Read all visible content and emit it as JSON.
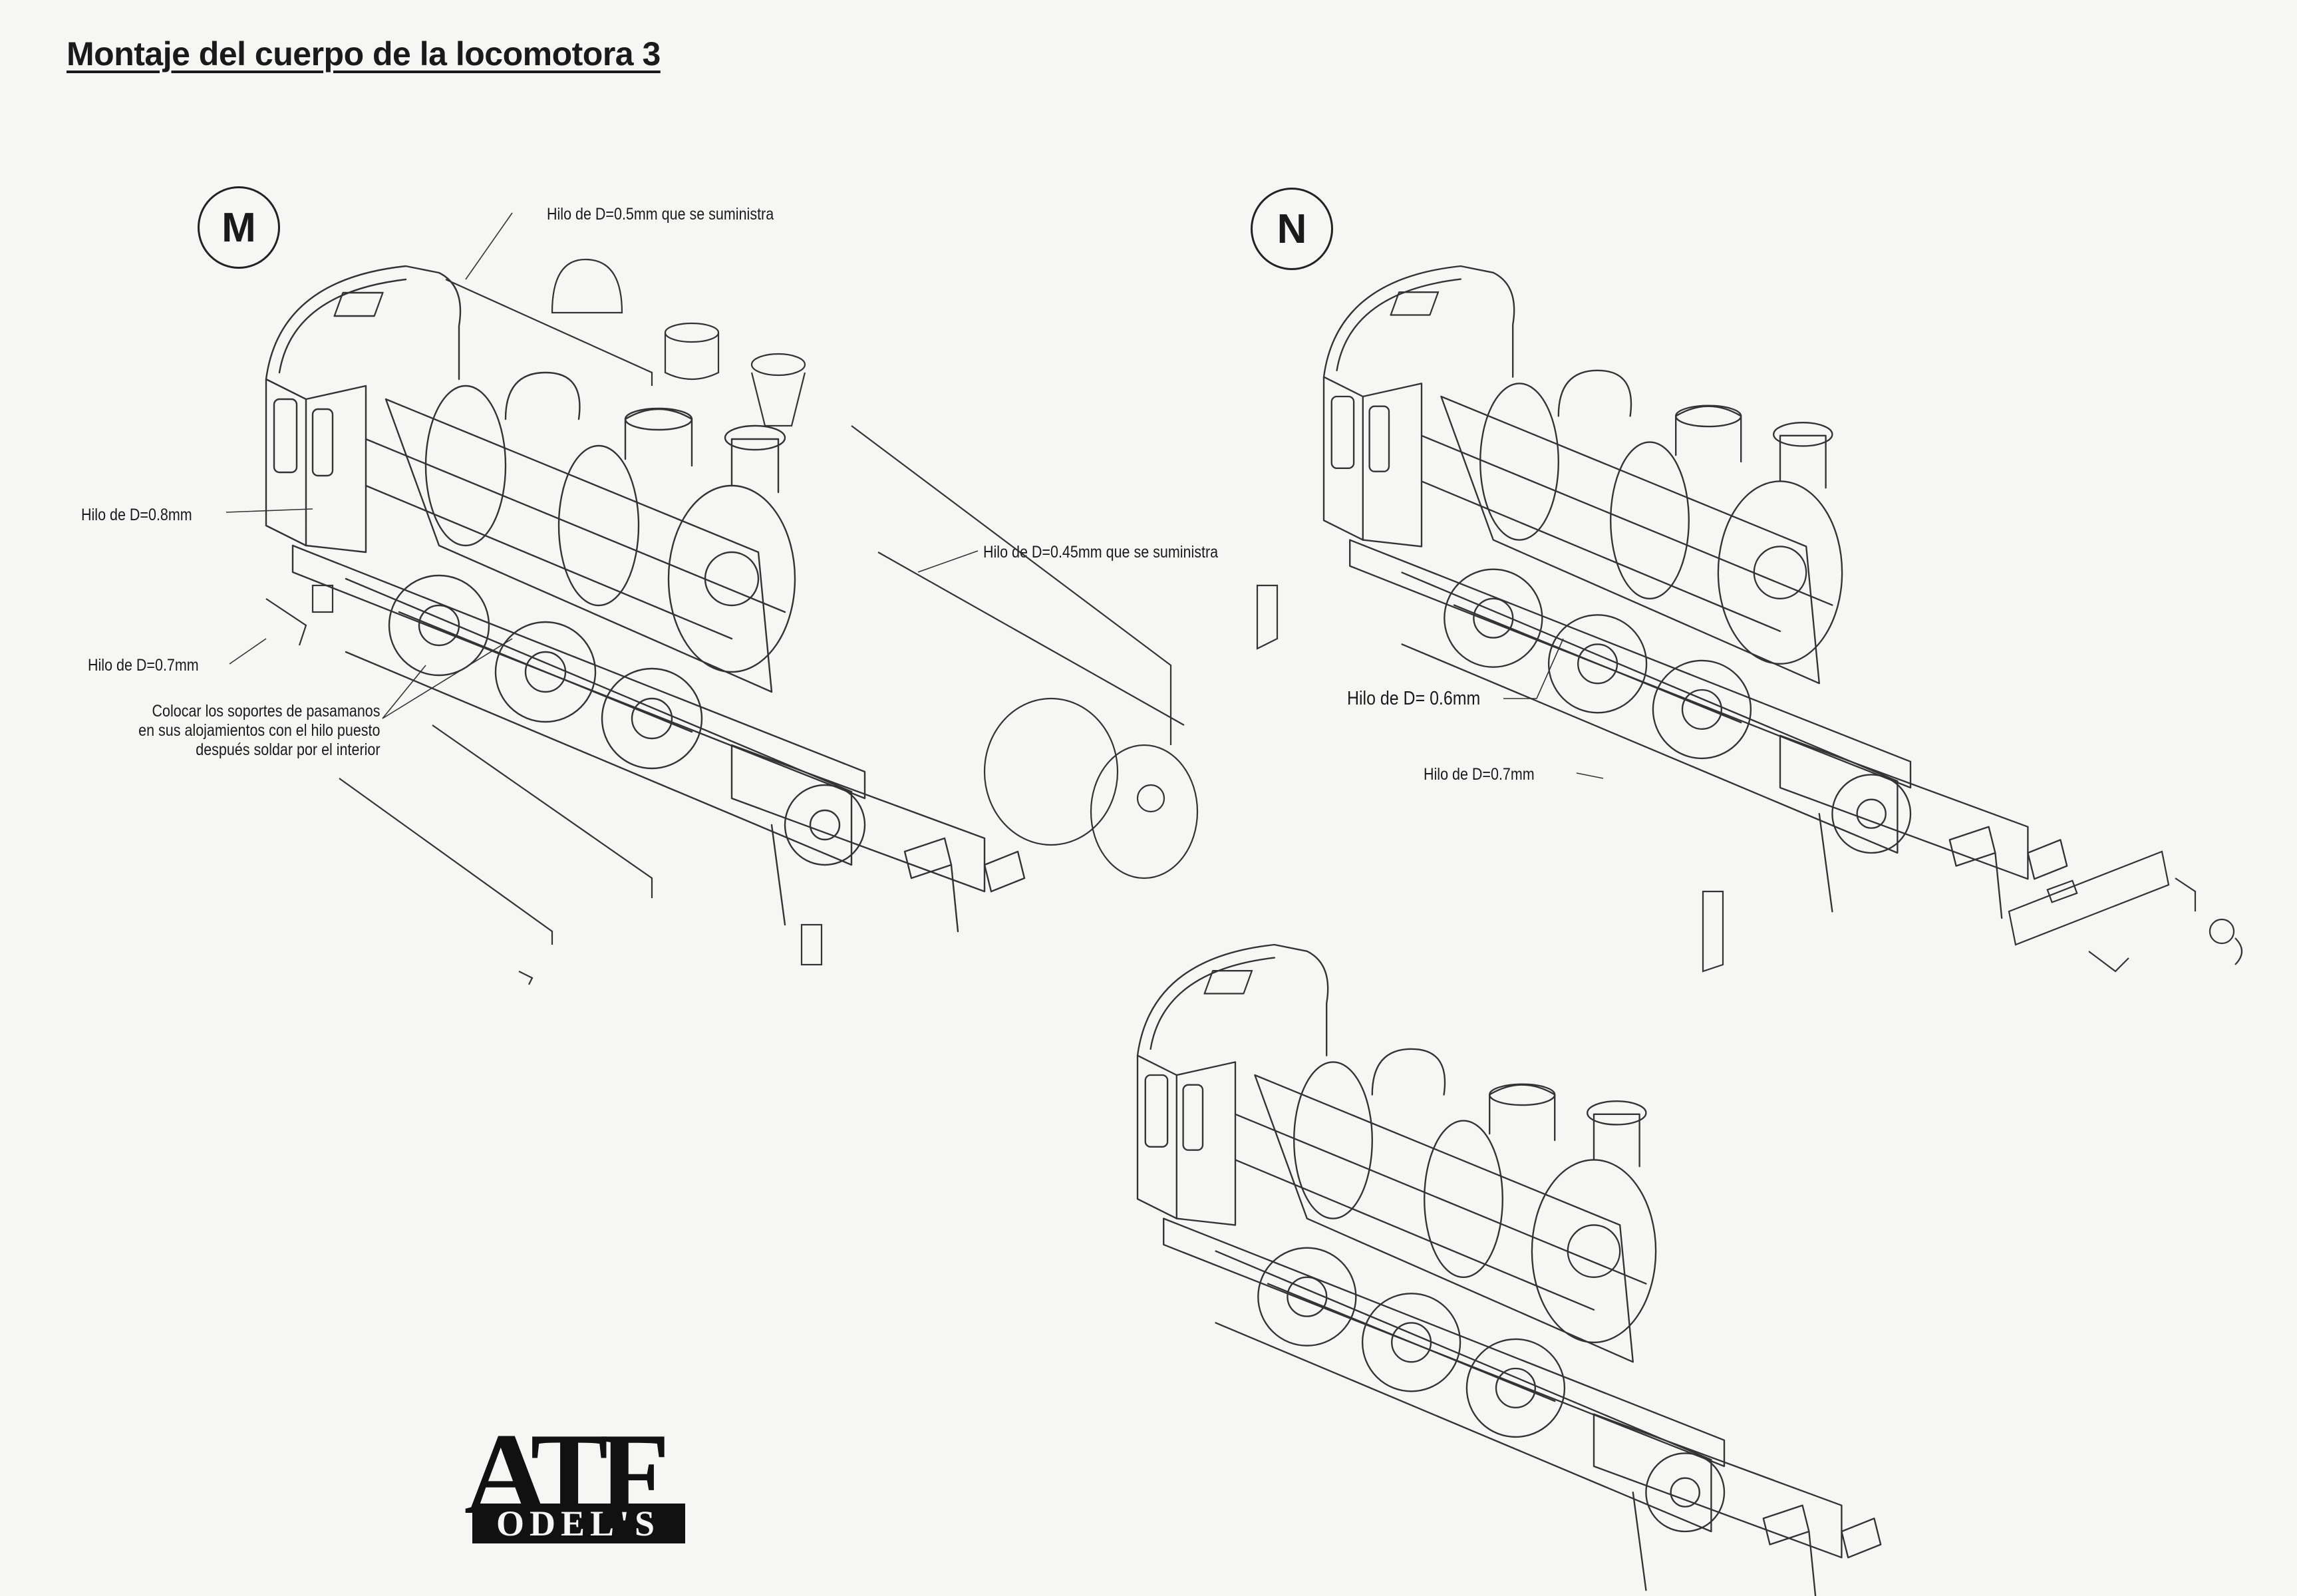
{
  "title": "Montaje del cuerpo de la locomotora 3",
  "steps": {
    "m": {
      "label": "M"
    },
    "n": {
      "label": "N"
    }
  },
  "callouts": {
    "m_wire_05": "Hilo de D=0.5mm que se suministra",
    "m_wire_08": "Hilo de D=0.8mm",
    "m_wire_045": "Hilo de D=0.45mm que se suministra",
    "m_wire_07": "Hilo de D=0.7mm",
    "m_note": "Colocar los soportes de pasamanos\nen sus alojamientos con el hilo puesto\ndespués soldar por el interior",
    "n_wire_06": "Hilo de D= 0.6mm",
    "n_wire_07": "Hilo de D=0.7mm"
  },
  "logo": {
    "main": "ATF",
    "sub": "ODEL'S"
  }
}
